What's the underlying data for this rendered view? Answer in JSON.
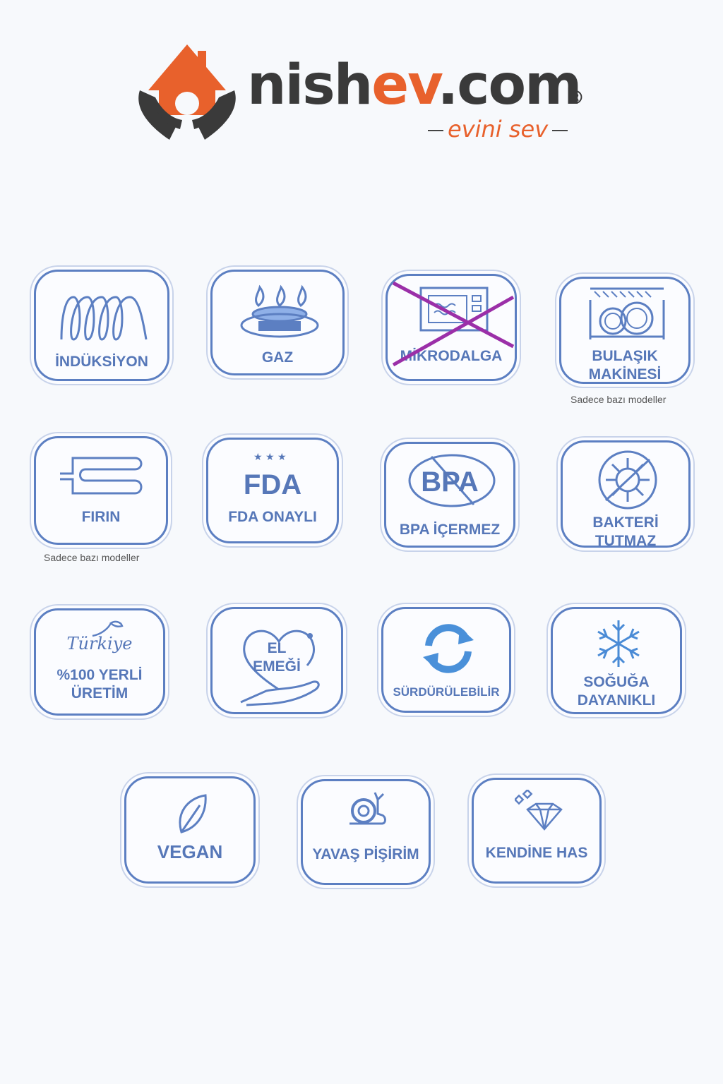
{
  "brand": {
    "name_main": "nish",
    "name_accent": "ev",
    "name_tld": ".com",
    "registered": "®",
    "tagline": "evini sev"
  },
  "colors": {
    "badge_blue": "#5c7fc2",
    "brand_orange": "#e8612c",
    "brand_dark": "#3a3a3a",
    "cross_purple": "#9b2fa8"
  },
  "badges": {
    "induksiyon": {
      "label": "İNDÜKSİYON",
      "icon": "coil-icon"
    },
    "gaz": {
      "label": "GAZ",
      "icon": "gas-burner-icon"
    },
    "mikrodalga": {
      "label": "MİKRODALGA",
      "icon": "microwave-icon"
    },
    "bulasik": {
      "label1": "BULAŞIK",
      "label2": "MAKİNESİ",
      "icon": "dishwasher-icon",
      "note": "Sadece bazı modeller"
    },
    "firin": {
      "label": "FIRIN",
      "icon": "oven-heater-icon",
      "note": "Sadece bazı modeller"
    },
    "fda": {
      "logo": "FDA",
      "label": "FDA ONAYLI",
      "icon": "stars-icon"
    },
    "bpa": {
      "logo": "BPA",
      "label": "BPA İÇERMEZ",
      "icon": "no-bpa-icon"
    },
    "bakteri": {
      "label1": "BAKTERİ",
      "label2": "TUTMAZ",
      "icon": "virus-icon"
    },
    "turkiye": {
      "script": "Türkiye",
      "label1": "%100 YERLİ",
      "label2": "ÜRETİM",
      "icon": "tulip-icon"
    },
    "el_emegi": {
      "label1": "EL",
      "label2": "EMEĞİ",
      "icon": "heart-hand-icon"
    },
    "surdurulebilir": {
      "label": "SÜRDÜRÜLEBİLİR",
      "icon": "recycle-arrows-icon"
    },
    "soguga": {
      "label1": "SOĞUĞA",
      "label2": "DAYANIKLI",
      "icon": "snowflake-icon"
    },
    "vegan": {
      "label": "VEGAN",
      "icon": "leaf-icon"
    },
    "yavas": {
      "label": "YAVAŞ PİŞİRİM",
      "icon": "snail-icon"
    },
    "kendine": {
      "label": "KENDİNE HAS",
      "icon": "diamond-icon"
    }
  }
}
